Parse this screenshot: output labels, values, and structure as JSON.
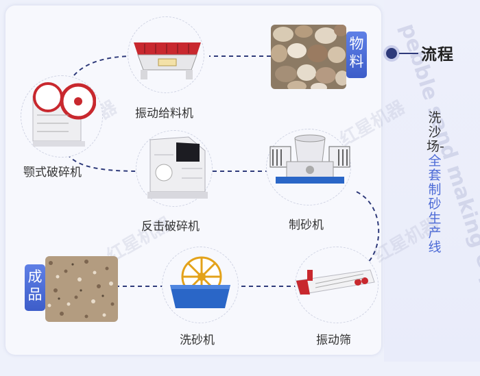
{
  "side": {
    "title": "流程",
    "vertical_plain": "洗沙场-",
    "vertical_accent": "全套制砂生产线"
  },
  "tags": {
    "material": "物料",
    "product": "成品"
  },
  "machines": {
    "feeder": "振动给料机",
    "jaw": "颚式破碎机",
    "impact": "反击破碎机",
    "sandmaker": "制砂机",
    "screen": "振动筛",
    "washer": "洗砂机"
  },
  "watermarks": {
    "brand": "红星机器",
    "english": "pebble sand making equipment"
  },
  "colors": {
    "accent": "#4d6bd6",
    "dash_line": "#2e3a7a",
    "machine_red": "#c8282e",
    "machine_blue": "#2a66c7"
  }
}
